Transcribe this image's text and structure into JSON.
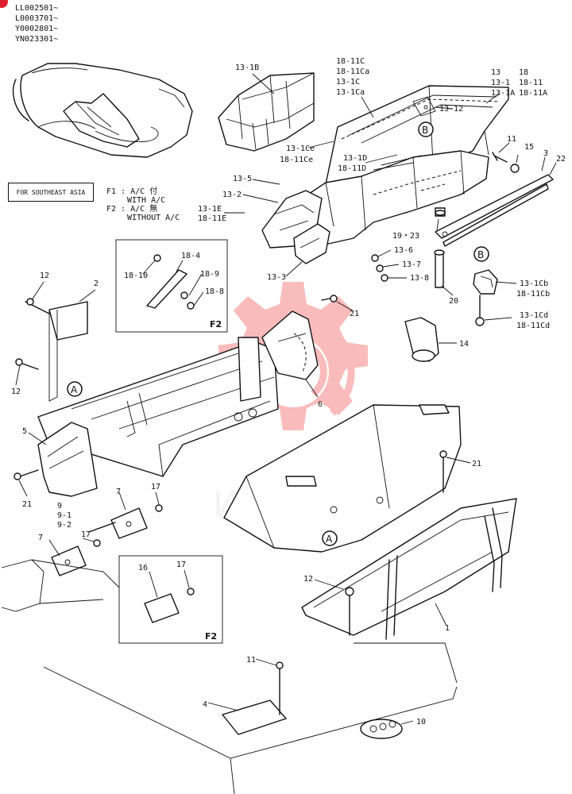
{
  "serial_numbers": [
    "LL002501~",
    "L0003701~",
    "Y0002801~",
    "YN023301~"
  ],
  "region_note": "FOR SOUTHEAST ASIA",
  "legend": [
    {
      "code": "F1 :",
      "line1": "A/C 付",
      "line2": "WITH A/C"
    },
    {
      "code": "F2 :",
      "line1": "A/C 無",
      "line2": "WITHOUT A/C"
    }
  ],
  "inset_label": "F2",
  "watermark": "ИНТЕХ",
  "watermark_color": "#f26b6b",
  "corner_marker_color": "#e0202f",
  "reference_markers": {
    "a": "A",
    "b": "B"
  },
  "callouts": {
    "c13_1B": "13-1B",
    "c18_11C": "18-11C",
    "c18_11Ca": "18-11Ca",
    "c13_1C": "13-1C",
    "c13_1Ca": "13-1Ca",
    "c13": "13",
    "c13_1": "13-1",
    "c13_1A": "13-1A",
    "c18": "18",
    "c18_11": "18-11",
    "c18_11A": "18-11A",
    "c13_12": "13-12",
    "c13_1Ce": "13-1Ce",
    "c18_11Ce": "18-11Ce",
    "c13_1D": "13-1D",
    "c18_11D": "18-11D",
    "c11a": "11",
    "c15": "15",
    "c3": "3",
    "c22": "22",
    "c13_5": "13-5",
    "c13_2": "13-2",
    "c13_1E": "13-1E",
    "c18_11E": "18-11E",
    "c19_23": "19・23",
    "c13_6": "13-6",
    "c13_7": "13-7",
    "c13_8": "13-8",
    "c20": "20",
    "c13_1Cb": "13-1Cb",
    "c18_11Cb": "18-11Cb",
    "c13_1Cd": "13-1Cd",
    "c18_11Cd": "18-11Cd",
    "c18_4": "18-4",
    "c18_10": "18-10",
    "c18_9": "18-9",
    "c18_8": "18-8",
    "c13_3": "13-3",
    "c12a": "12",
    "c2": "2",
    "c12b": "12",
    "c21a": "21",
    "c14": "14",
    "c6": "6",
    "c5": "5",
    "c21b": "21",
    "c21c": "21",
    "c7a": "7",
    "c17a": "17",
    "c9": "9",
    "c9_1": "9-1",
    "c9_2": "9-2",
    "c7b": "7",
    "c17b": "17",
    "c16": "16",
    "c17c": "17",
    "c12c": "12",
    "c1": "1",
    "c11b": "11",
    "c4": "4",
    "c10": "10"
  }
}
